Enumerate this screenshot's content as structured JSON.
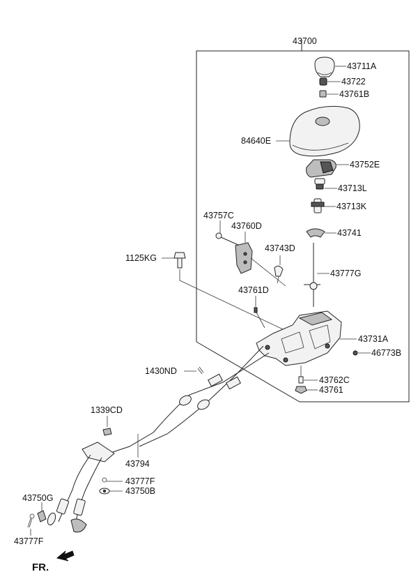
{
  "diagram": {
    "assembly_label": "43700",
    "front_label": "FR.",
    "parts": {
      "p43711A": "43711A",
      "p43722": "43722",
      "p43761B": "43761B",
      "p84640E": "84640E",
      "p43752E": "43752E",
      "p43713L": "43713L",
      "p43713K": "43713K",
      "p43741": "43741",
      "p43757C": "43757C",
      "p43760D": "43760D",
      "p43743D": "43743D",
      "p1125KG": "1125KG",
      "p43777G": "43777G",
      "p43761D": "43761D",
      "p43731A": "43731A",
      "p46773B": "46773B",
      "p1430ND": "1430ND",
      "p43762C": "43762C",
      "p43761": "43761",
      "p1339CD": "1339CD",
      "p43794": "43794",
      "p43777F_a": "43777F",
      "p43750G": "43750G",
      "p43750B": "43750B",
      "p43777F_b": "43777F"
    }
  }
}
